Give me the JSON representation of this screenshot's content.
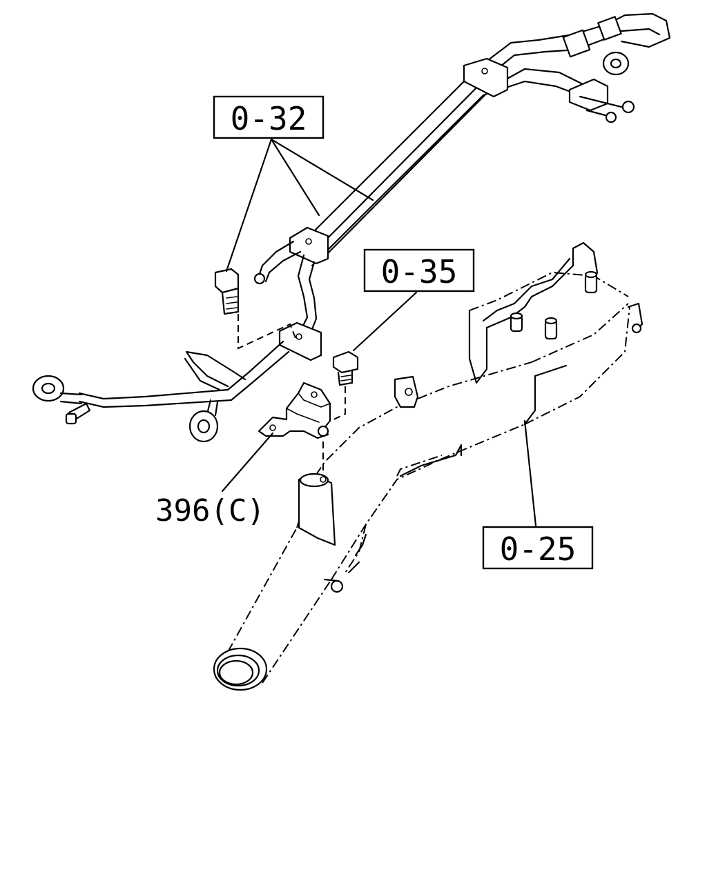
{
  "callouts": {
    "c1": "0-32",
    "c2": "0-35",
    "c3": "0-25",
    "c4": "396(C)"
  }
}
